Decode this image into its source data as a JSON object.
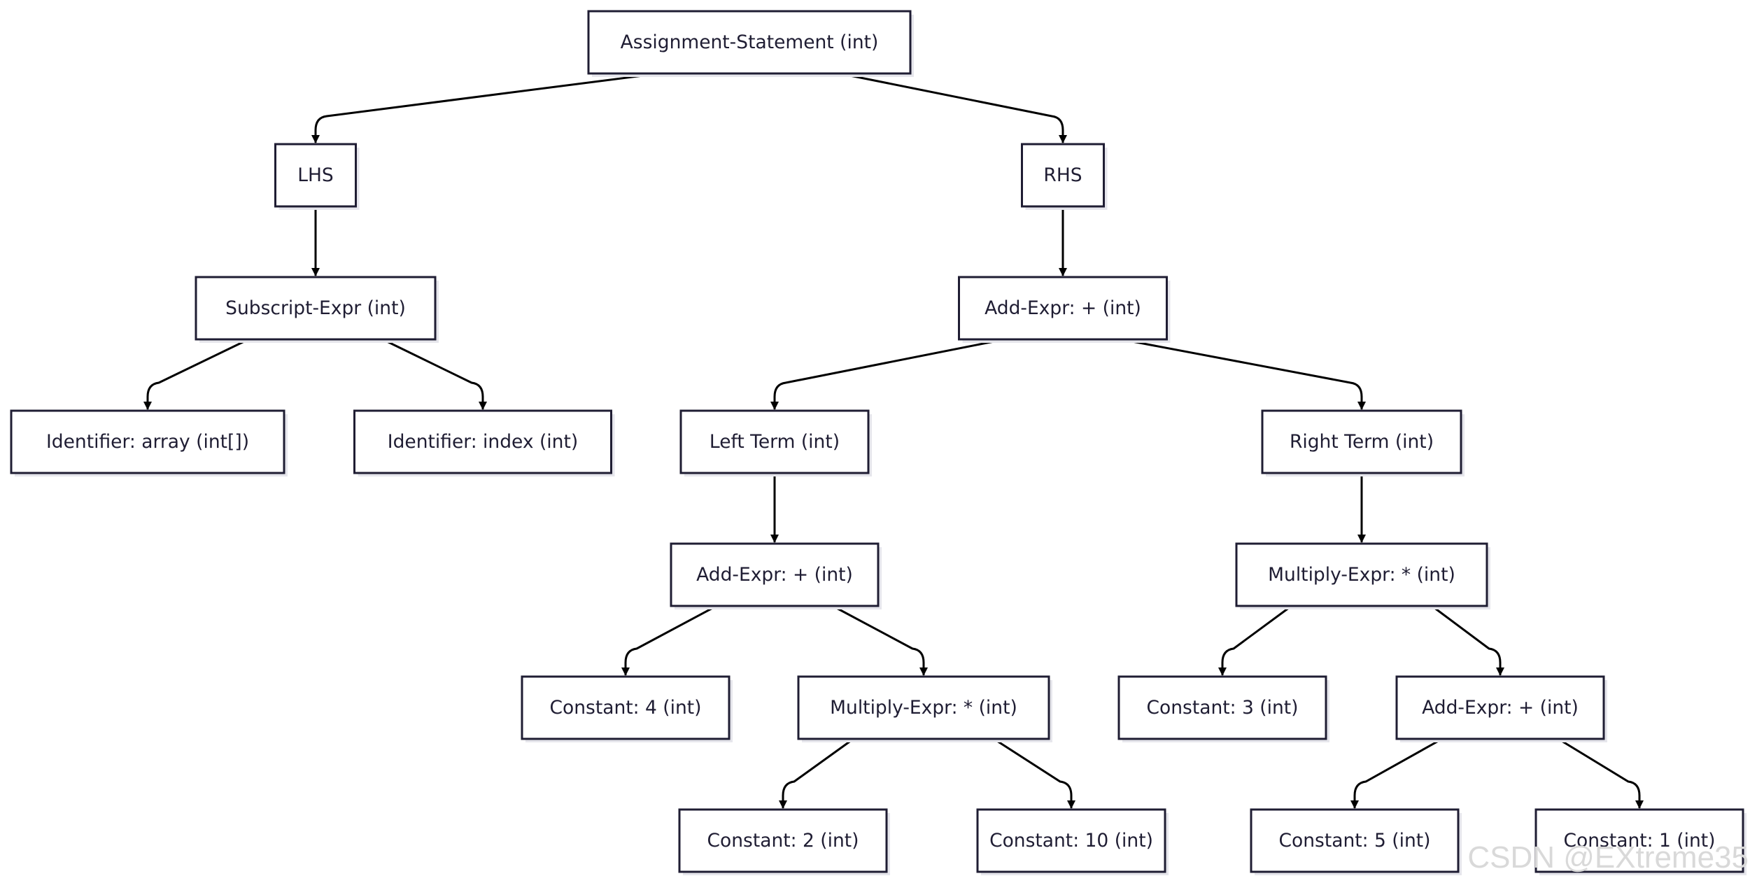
{
  "nodes": [
    {
      "id": "assign",
      "label": "Assignment-Statement (int)"
    },
    {
      "id": "lhs",
      "label": "LHS"
    },
    {
      "id": "rhs",
      "label": "RHS"
    },
    {
      "id": "subscript",
      "label": "Subscript-Expr (int)"
    },
    {
      "id": "ident_array",
      "label": "Identifier: array (int[])"
    },
    {
      "id": "ident_index",
      "label": "Identifier: index (int)"
    },
    {
      "id": "add_top",
      "label": "Add-Expr: + (int)"
    },
    {
      "id": "left_term",
      "label": "Left Term (int)"
    },
    {
      "id": "right_term",
      "label": "Right Term (int)"
    },
    {
      "id": "add_left",
      "label": "Add-Expr: + (int)"
    },
    {
      "id": "mul_right",
      "label": "Multiply-Expr: * (int)"
    },
    {
      "id": "const4",
      "label": "Constant: 4 (int)"
    },
    {
      "id": "mul_left",
      "label": "Multiply-Expr: * (int)"
    },
    {
      "id": "const3",
      "label": "Constant: 3 (int)"
    },
    {
      "id": "add_right",
      "label": "Add-Expr: + (int)"
    },
    {
      "id": "const2",
      "label": "Constant: 2 (int)"
    },
    {
      "id": "const10",
      "label": "Constant: 10 (int)"
    },
    {
      "id": "const5",
      "label": "Constant: 5 (int)"
    },
    {
      "id": "const1",
      "label": "Constant: 1 (int)"
    }
  ],
  "edges": [
    [
      "assign",
      "lhs"
    ],
    [
      "assign",
      "rhs"
    ],
    [
      "lhs",
      "subscript"
    ],
    [
      "subscript",
      "ident_array"
    ],
    [
      "subscript",
      "ident_index"
    ],
    [
      "rhs",
      "add_top"
    ],
    [
      "add_top",
      "left_term"
    ],
    [
      "add_top",
      "right_term"
    ],
    [
      "left_term",
      "add_left"
    ],
    [
      "right_term",
      "mul_right"
    ],
    [
      "add_left",
      "const4"
    ],
    [
      "add_left",
      "mul_left"
    ],
    [
      "mul_left",
      "const2"
    ],
    [
      "mul_left",
      "const10"
    ],
    [
      "mul_right",
      "const3"
    ],
    [
      "mul_right",
      "add_right"
    ],
    [
      "add_right",
      "const5"
    ],
    [
      "add_right",
      "const1"
    ]
  ],
  "watermark": "CSDN @EXtreme35",
  "colors": {
    "border": "#1f1d33",
    "text": "#1f1d33",
    "edge": "#000000",
    "shadow": "#e6e6ec"
  }
}
